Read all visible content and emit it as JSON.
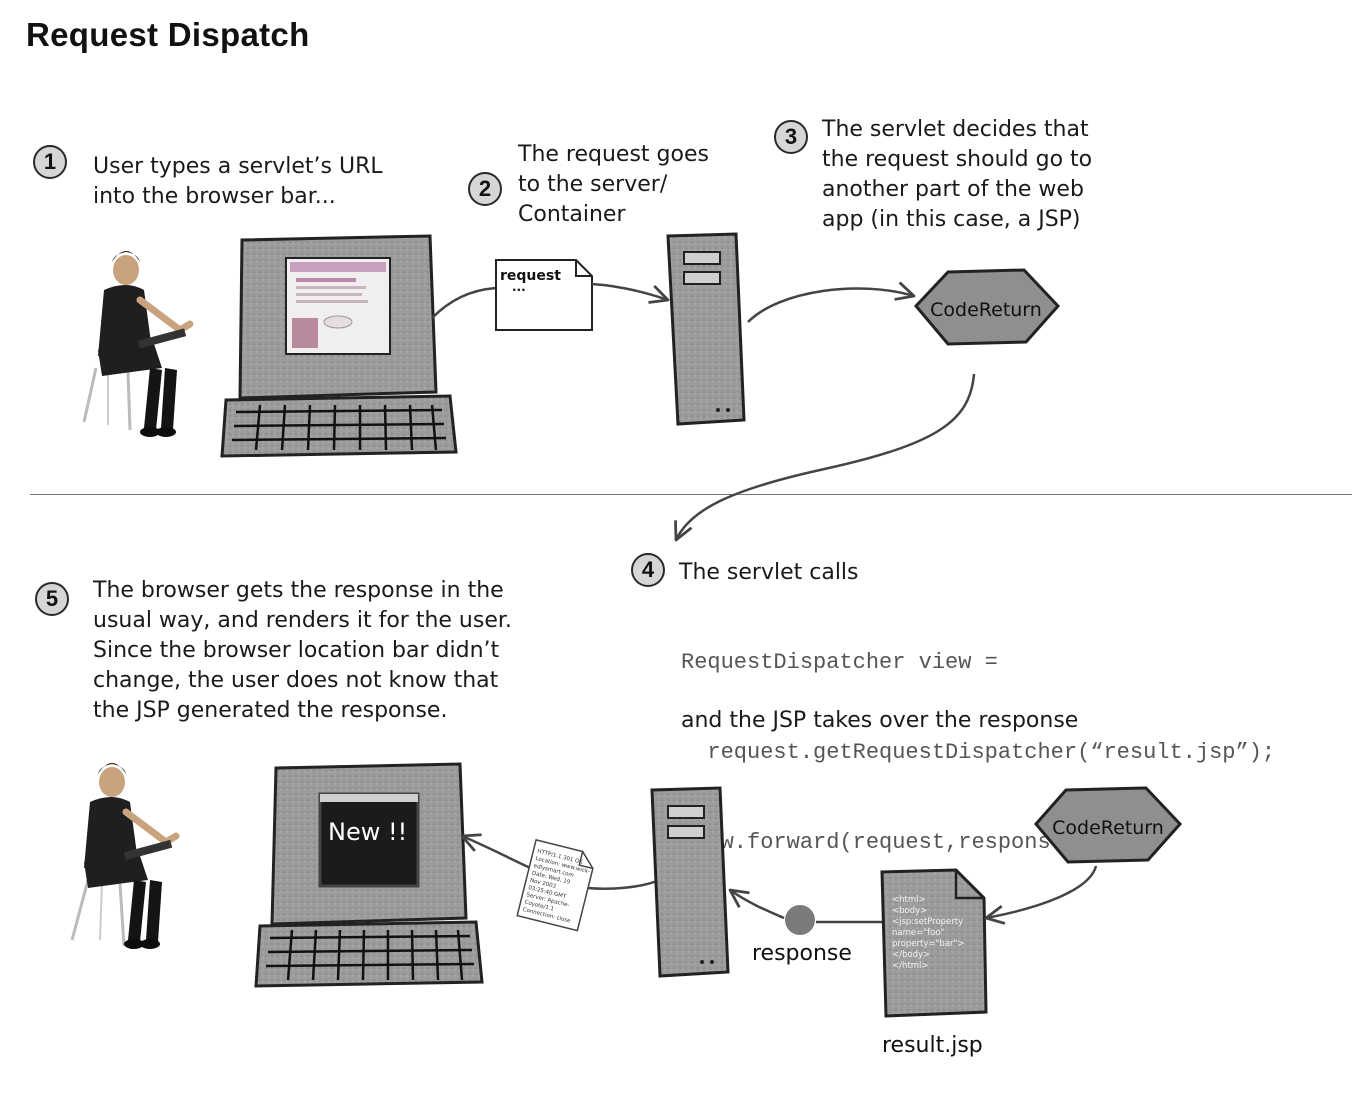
{
  "title": "Request Dispatch",
  "steps": [
    {
      "num": "1",
      "lines": [
        "User types a servlet’s URL",
        "into the browser bar..."
      ]
    },
    {
      "num": "2",
      "lines": [
        "The request goes",
        "to the server/",
        "Container"
      ]
    },
    {
      "num": "3",
      "lines": [
        "The servlet decides that",
        "the request should go to",
        "another part of the web",
        "app (in this case, a JSP)"
      ]
    },
    {
      "num": "4",
      "intro": "The servlet calls",
      "code": [
        "RequestDispatcher view =",
        "  request.getRequestDispatcher(“result.jsp”);",
        "view.forward(request,response);"
      ],
      "outro": "and the JSP takes over the response"
    },
    {
      "num": "5",
      "lines": [
        "The browser gets the response in the",
        "usual way, and renders it for the user.",
        "Since the browser location bar didn’t",
        "change, the user does not know that",
        "the JSP generated the response."
      ]
    }
  ],
  "labels": {
    "request_note": "request",
    "request_dots": "...",
    "servlet_top": "CodeReturn",
    "servlet_bottom": "CodeReturn",
    "screen_text": "New !!",
    "response": "response",
    "result_file": "result.jsp"
  },
  "response_doc": [
    "HTTP/1.1 301 OK",
    "Location: www.wick-",
    "edlysmart.com",
    "Date: Wed, 19",
    "Nov 2003",
    "03:25:40 GMT",
    "Server: Apache-",
    "Coyote/1.1",
    "Connection: close"
  ],
  "jsp_doc": [
    "<html>",
    "<body>",
    "<jsp:setProperty",
    "name=\"foo\"",
    "property=\"bar\">",
    "</body>",
    "</html>"
  ],
  "colors": {
    "ink": "#1a1a1a",
    "gray": "#9a9a9a",
    "dark_screen": "#1b1b1b",
    "code_gray": "#555555"
  }
}
